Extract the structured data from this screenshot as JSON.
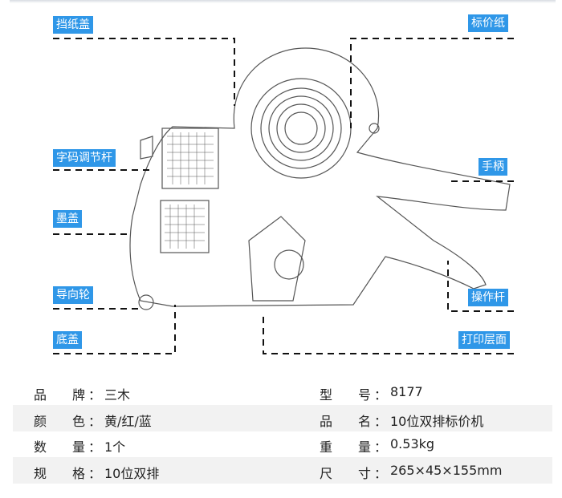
{
  "callouts": {
    "paper_cover": "挡纸盖",
    "label_paper": "标价纸",
    "code_lever": "字码调节杆",
    "handle": "手柄",
    "ink_cover": "墨盖",
    "guide_wheel": "导向轮",
    "operating_lever": "操作杆",
    "bottom_cover": "底盖",
    "print_surface": "打印层面"
  },
  "specs": [
    {
      "l1": "品",
      "l2": "牌",
      "v": "三木",
      "r1": "型",
      "r2": "号",
      "rv": "8177"
    },
    {
      "l1": "颜",
      "l2": "色",
      "v": "黄/红/蓝",
      "r1": "品",
      "r2": "名",
      "rv": "10位双排标价机"
    },
    {
      "l1": "数",
      "l2": "量",
      "v": "1个",
      "r1": "重",
      "r2": "量",
      "rv": "0.53kg"
    },
    {
      "l1": "规",
      "l2": "格",
      "v": "10位双排",
      "r1": "尺",
      "r2": "寸",
      "rv": "265×45×155mm"
    }
  ],
  "colon": "：",
  "colors": {
    "tag": "#2f97e8",
    "shade": "#f2f2f2"
  }
}
